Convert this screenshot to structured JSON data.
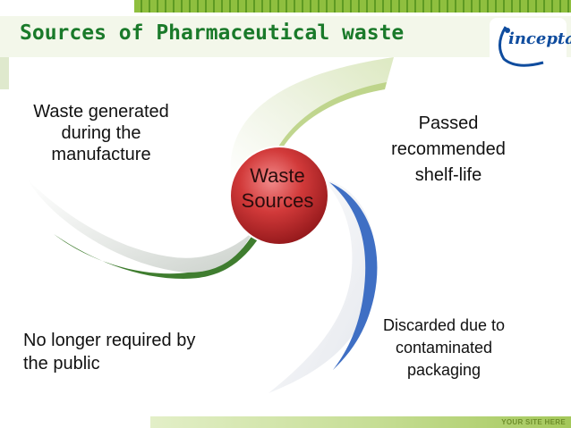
{
  "slide": {
    "title": "Sources of Pharmaceutical waste",
    "logo_text": "incepta",
    "footer": "YOUR SITE HERE"
  },
  "diagram": {
    "center": [
      "Waste",
      "Sources"
    ],
    "sources": [
      "Waste generated during the manufacture",
      "Passed recommended shelf-life",
      "Discarded due to contaminated packaging",
      "No longer required by the public"
    ]
  },
  "colors": {
    "title": "#1a7a2a",
    "center_circle": "#c0262a",
    "blade_green": "#3f7d2f",
    "blade_blue": "#3f6fc4",
    "blade_olive": "#b7d07f"
  }
}
